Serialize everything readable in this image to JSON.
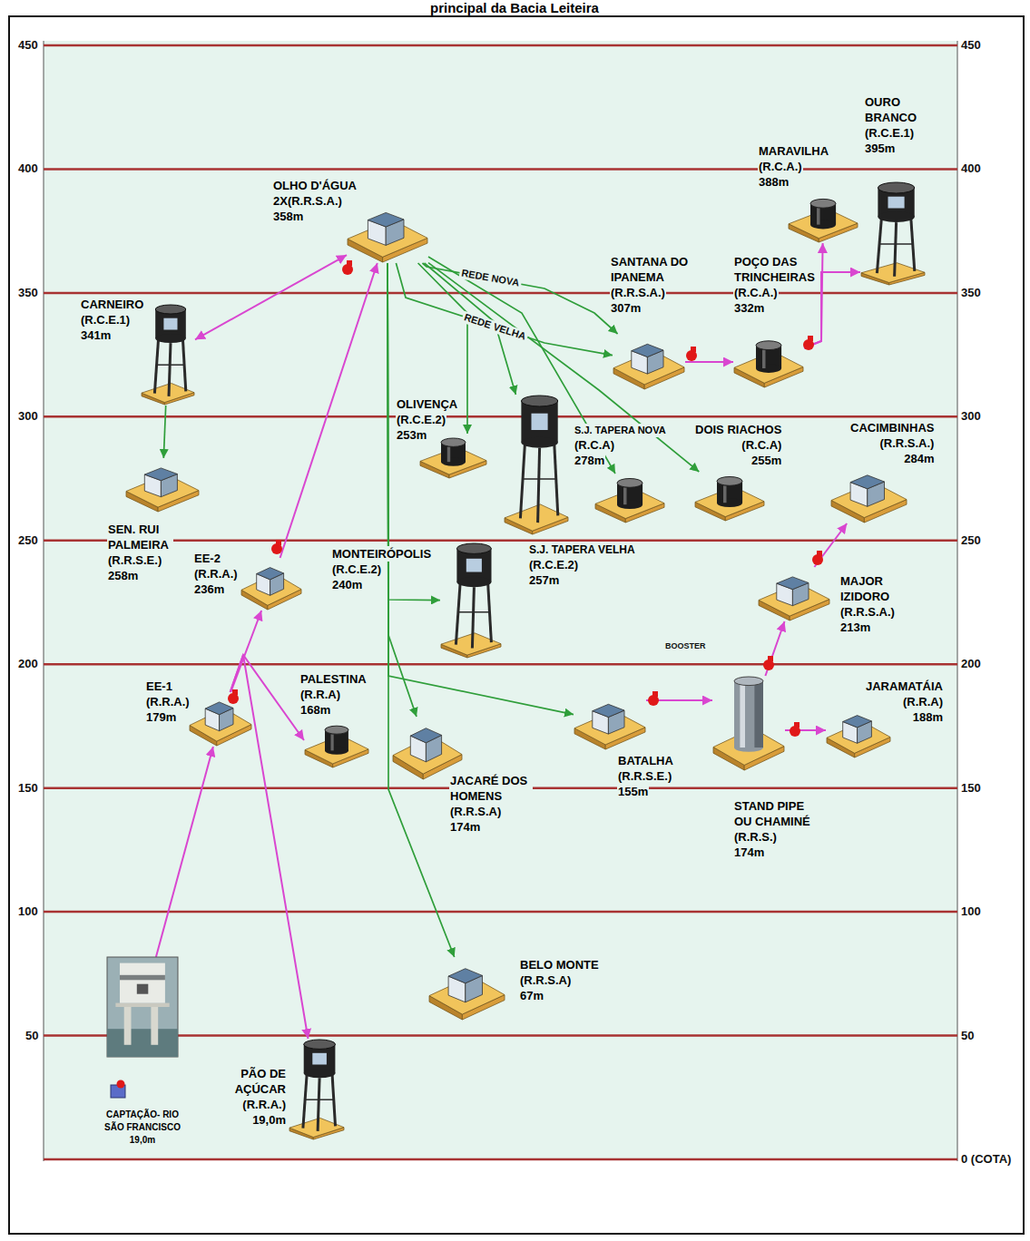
{
  "diagram": {
    "title": "principal da Bacia Leiteira",
    "nodes": [
      {
        "text": [
          "OURO BRANCO",
          "(R.C.E.1)",
          "395m"
        ]
      },
      {
        "text": [
          "MARAVILHA",
          "(R.C.A.)",
          "388m"
        ]
      },
      {
        "text": [
          "OLHO D'ÁGUA",
          "2X(R.R.S.A.)",
          "358m"
        ]
      },
      {
        "text": [
          "CARNEIRO",
          "(R.C.E.1)",
          "341m"
        ]
      },
      {
        "text": [
          "SANTANA DO IPANEMA",
          "(R.R.S.A.)",
          "307m"
        ]
      },
      {
        "text": [
          "POÇO DAS TRINCHEIRAS",
          "(R.C.A.)",
          "332m"
        ]
      },
      {
        "text": [
          "OLIVENÇA",
          "(R.C.E.2)",
          "253m"
        ]
      },
      {
        "text": [
          "S.J. TAPERA NOVA",
          "(R.C.A)",
          "278m"
        ]
      },
      {
        "text": [
          "DOIS RIACHOS",
          "(R.C.A)",
          "255m"
        ]
      },
      {
        "text": [
          "CACIMBINHAS",
          "(R.R.S.A.)",
          "284m"
        ]
      },
      {
        "text": [
          "SEN. RUI PALMEIRA",
          "(R.R.S.E.)",
          "258m"
        ]
      },
      {
        "text": [
          "S.J. TAPERA VELHA",
          "(R.C.E.2)",
          "257m"
        ]
      },
      {
        "text": [
          "EE-2",
          "(R.R.A.)",
          "236m"
        ]
      },
      {
        "text": [
          "MONTEIRÓPOLIS",
          "(R.C.E.2)",
          "240m"
        ]
      },
      {
        "text": [
          "MAJOR IZIDORO",
          "(R.R.S.A.)",
          "213m"
        ]
      },
      {
        "text": [
          "EE-1",
          "(R.R.A.)",
          "179m"
        ]
      },
      {
        "text": [
          "PALESTINA",
          "(R.R.A)",
          "168m"
        ]
      },
      {
        "text": [
          "JACARÉ DOS HOMENS",
          "(R.R.S.A)",
          "174m"
        ]
      },
      {
        "text": [
          "BATALHA",
          "(R.R.S.E.)",
          "155m"
        ]
      },
      {
        "text": [
          "STAND PIPE OU CHAMINÉ",
          "(R.R.S.)",
          "174m"
        ]
      },
      {
        "text": [
          "JARAMATÁIA",
          "(R.R.A)",
          "188m"
        ]
      },
      {
        "text": [
          "BELO MONTE",
          "(R.R.S.A)",
          "67m"
        ]
      },
      {
        "text": [
          "PÃO DE AÇÚCAR",
          "(R.R.A.)",
          "19,0m"
        ]
      },
      {
        "text": [
          "CAPTAÇÃO- RIO SÃO FRANCISCO",
          "19,0m"
        ]
      }
    ],
    "edges": [
      {
        "from": 23,
        "to": 15,
        "arrow": "to"
      },
      {
        "from": 15,
        "to": 12,
        "arrow": "to"
      },
      {
        "from": 12,
        "to": 2,
        "arrow": "to"
      },
      {
        "from": 15,
        "to": 22,
        "arrow": "to"
      },
      {
        "from": 15,
        "to": 16,
        "arrow": "to"
      },
      {
        "from": 2,
        "to": 3,
        "arrow": "both"
      },
      {
        "from": 3,
        "to": 10,
        "arrow": "to"
      },
      {
        "from": 2,
        "to": 4,
        "label": "REDE NOVA",
        "arrow": "to"
      },
      {
        "from": 2,
        "to": 4,
        "label": "REDE VELHA",
        "arrow": "to"
      },
      {
        "from": 2,
        "to": 6,
        "arrow": "to"
      },
      {
        "from": 2,
        "to": 11,
        "arrow": "to"
      },
      {
        "from": 2,
        "to": 7,
        "arrow": "to"
      },
      {
        "from": 2,
        "to": 8,
        "arrow": "to"
      },
      {
        "from": 2,
        "to": 13,
        "arrow": "to"
      },
      {
        "from": 2,
        "to": 18,
        "arrow": "to"
      },
      {
        "from": 2,
        "to": 17,
        "arrow": "to"
      },
      {
        "from": 2,
        "to": 21,
        "arrow": "to"
      },
      {
        "from": 4,
        "to": 5,
        "arrow": "to"
      },
      {
        "from": 5,
        "to": 1,
        "arrow": "to"
      },
      {
        "from": 5,
        "to": 0,
        "arrow": "to"
      },
      {
        "from": 18,
        "to": 19,
        "arrow": "to"
      },
      {
        "from": 19,
        "to": 14,
        "arrow": "to"
      },
      {
        "from": 14,
        "to": 9,
        "arrow": "to"
      },
      {
        "from": 19,
        "to": 20,
        "arrow": "to"
      }
    ],
    "labels": [
      "450",
      "400",
      "350",
      "300",
      "250",
      "200",
      "150",
      "100",
      "50",
      "450",
      "400",
      "350",
      "300",
      "250",
      "200",
      "150",
      "100",
      "50",
      "0 (COTA)",
      "BOOSTER"
    ]
  }
}
